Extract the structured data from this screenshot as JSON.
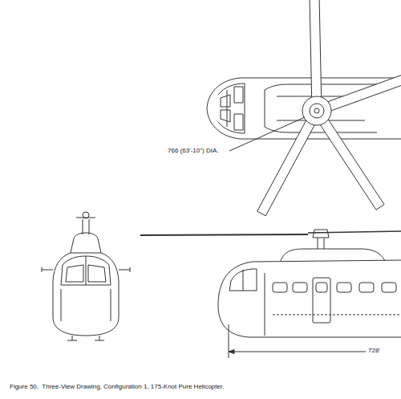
{
  "diagram": {
    "caption": "Figure 50.  Three-View Drawing, Configuration 1, 175-Knot Pure Helicopter.",
    "labels": [
      "766 (63'-10\") DIA.",
      "728'"
    ]
  }
}
